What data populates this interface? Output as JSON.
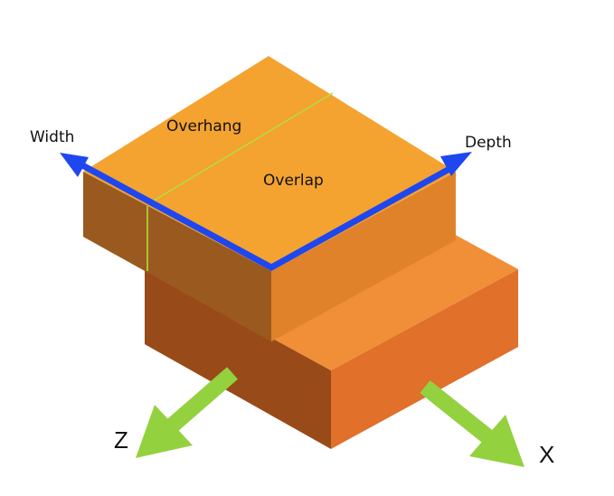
{
  "labels": {
    "width": "Width",
    "depth": "Depth",
    "overhang": "Overhang",
    "overlap": "Overlap",
    "axis_z": "Z",
    "axis_x": "X"
  },
  "colors": {
    "top_face": "#f4a330",
    "upper_left_face": "#9a5a1f",
    "upper_right_face": "#e0822a",
    "lower_top_face": "#f18e38",
    "lower_left_face": "#994a19",
    "lower_right_face": "#e0702a",
    "measure_arrows": "#1f47f0",
    "axis_arrows": "#93d13f",
    "divider_line": "#b5dc3c"
  }
}
